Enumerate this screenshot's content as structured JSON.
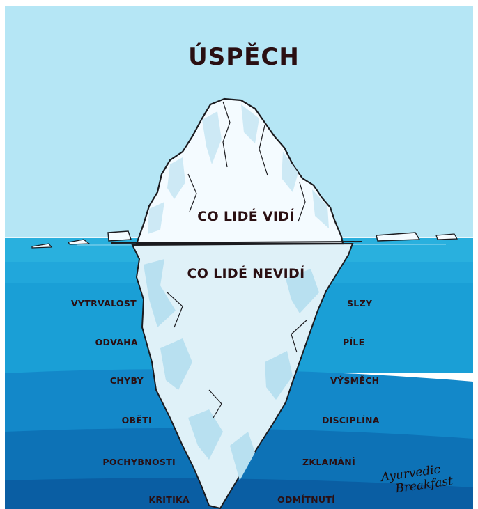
{
  "title": "ÚSPĚCH",
  "visible_label": "CO LIDÉ VIDÍ",
  "hidden_label": "CO LIDÉ NEVIDÍ",
  "left_items": [
    "VYTRVALOST",
    "ODVAHA",
    "CHYBY",
    "OBĚTI",
    "POCHYBNOSTI",
    "KRITIKA"
  ],
  "right_items": [
    "SLZY",
    "PÍLE",
    "VÝSMĚCH",
    "DISCIPLÍNA",
    "ZKLAMÁNÍ",
    "ODMÍTNUTÍ"
  ],
  "signature": {
    "line1": "Ayurvedic",
    "line2": "Breakfast"
  },
  "colors": {
    "sky": "#b5e6f5",
    "sea_surface": "#29b0de",
    "sea_band_1": "#1a9fd6",
    "sea_band_2": "#1388c9",
    "sea_band_3": "#0d72b6",
    "sea_deep": "#0a5ea3",
    "ice": "#f4fbff",
    "ice_shadow": "#cde9f5",
    "ice_underwater": "#dff1f8",
    "outline": "#1b1b1f",
    "text": "#2a0f12"
  }
}
